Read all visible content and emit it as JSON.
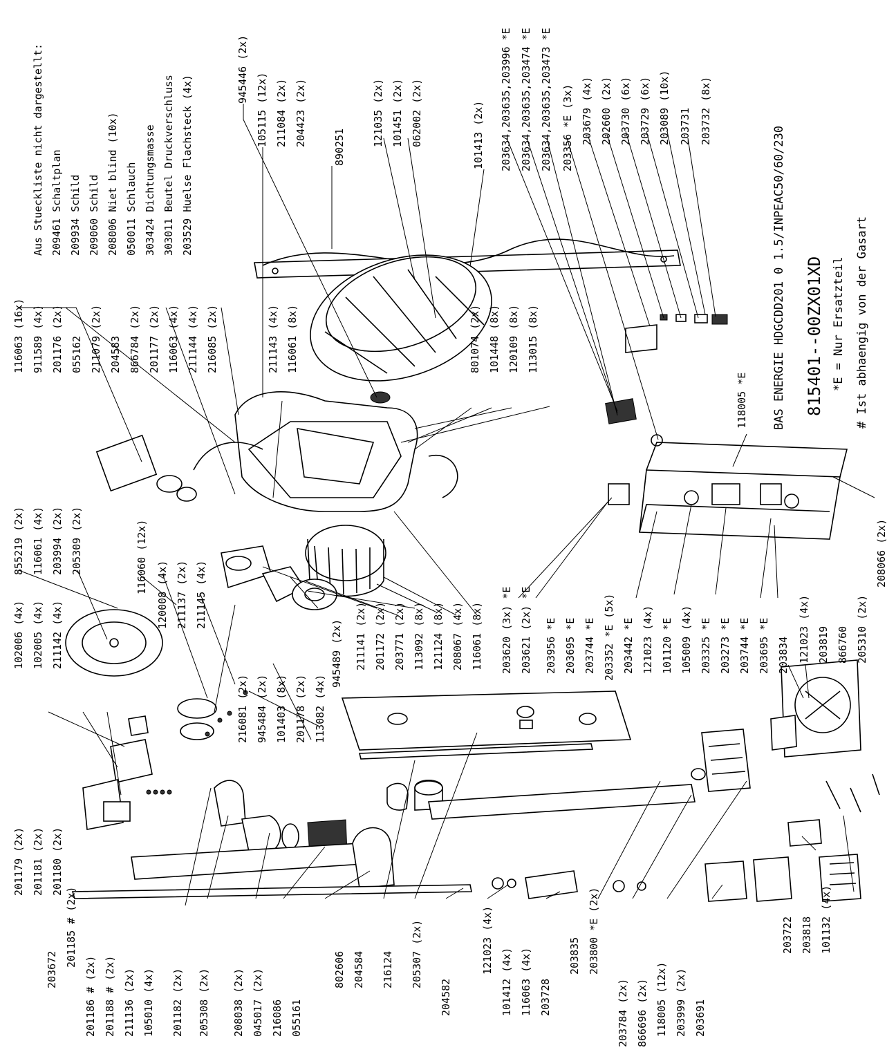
{
  "notes": {
    "heading": "Aus Stueckliste nicht dargestellt:",
    "items": [
      "209461 Schaltplan",
      "209934 Schild",
      "209060 Schild",
      "208006 Niet blind (10x)",
      "050011 Schlauch",
      "303424 Dichtungsmasse",
      "303011 Beutel Druckverschluss",
      "203529 Huelse Flachsteck (4x)"
    ]
  },
  "title_block": {
    "model": "BAS ENERGIE HDGCDD201 0 1.5/INPEAC50/60/230",
    "drawing_number": "815401--00ZX01XD",
    "legend_e": "*E = Nur Ersatzteil",
    "legend_hash": "# Ist abhaengig von der Gasart"
  },
  "labels": [
    "945446 (2x)",
    "105115 (12x)",
    "211084 (2x)",
    "204423 (2x)",
    "890251",
    "121035 (2x)",
    "101451 (2x)",
    "062002 (2x)",
    "101413 (2x)",
    "203634,203635,203996 *E",
    "203634,203635,203474 *E",
    "203634,203635,203473 *E",
    "203356 *E (3x)",
    "203679 (4x)",
    "202600 (2x)",
    "203730 (6x)",
    "203729 (6x)",
    "203089 (10x)",
    "203731",
    "203732 (8x)",
    "116063 (16x)",
    "911589 (4x)",
    "201176 (2x)",
    "055162",
    "211079 (2x)",
    "204583",
    "866784 (2x)",
    "201177 (2x)",
    "116063 (4x)",
    "211144 (4x)",
    "216085 (2x)",
    "211143 (4x)",
    "116061 (8x)",
    "801074 (2x)",
    "101448 (8x)",
    "120109 (8x)",
    "113015 (8x)",
    "118005 *E",
    "855219 (2x)",
    "116061 (4x)",
    "203994 (2x)",
    "205309 (2x)",
    "116060 (12x)",
    "120008 (4x)",
    "211137 (2x)",
    "211145 (4x)",
    "102006 (4x)",
    "102005 (4x)",
    "211142 (4x)",
    "945489 (2x)",
    "211141 (2x)",
    "201172 (2x)",
    "203771 (2x)",
    "113092 (8x)",
    "121124 (8x)",
    "208067 (4x)",
    "116061 (8x)",
    "203620 (3x) *E",
    "203621 (2x) *E",
    "203956 *E",
    "203695 *E",
    "203744 *E",
    "203352 *E (5x)",
    "203442 *E",
    "121023 (4x)",
    "101120 *E",
    "105009 (4x)",
    "203325 *E",
    "203273 *E",
    "203744 *E",
    "203695 *E",
    "203834",
    "208066 (2x)",
    "216081 (2x)",
    "945484 (2x)",
    "101403 (8x)",
    "201178 (2x)",
    "113082 (4x)",
    "121023 (4x)",
    "203819",
    "866760",
    "205310 (2x)",
    "201179 (2x)",
    "201181 (2x)",
    "201180 (2x)",
    "203672",
    "201185 # (2x)",
    "201186 # (2x)",
    "201188 # (2x)",
    "211136 (2x)",
    "105010 (4x)",
    "201182 (2x)",
    "205308 (2x)",
    "208038 (2x)",
    "045017 (2x)",
    "216086",
    "055161",
    "802606",
    "204584",
    "216124",
    "205307 (2x)",
    "204582",
    "121023 (4x)",
    "101412 (4x)",
    "116063 (4x)",
    "203728",
    "203835",
    "203800 *E (2x)",
    "203784 (2x)",
    "866696 (2x)",
    "118005 (12x)",
    "203999 (2x)",
    "203691",
    "203722",
    "203818",
    "101132 (4x)"
  ]
}
